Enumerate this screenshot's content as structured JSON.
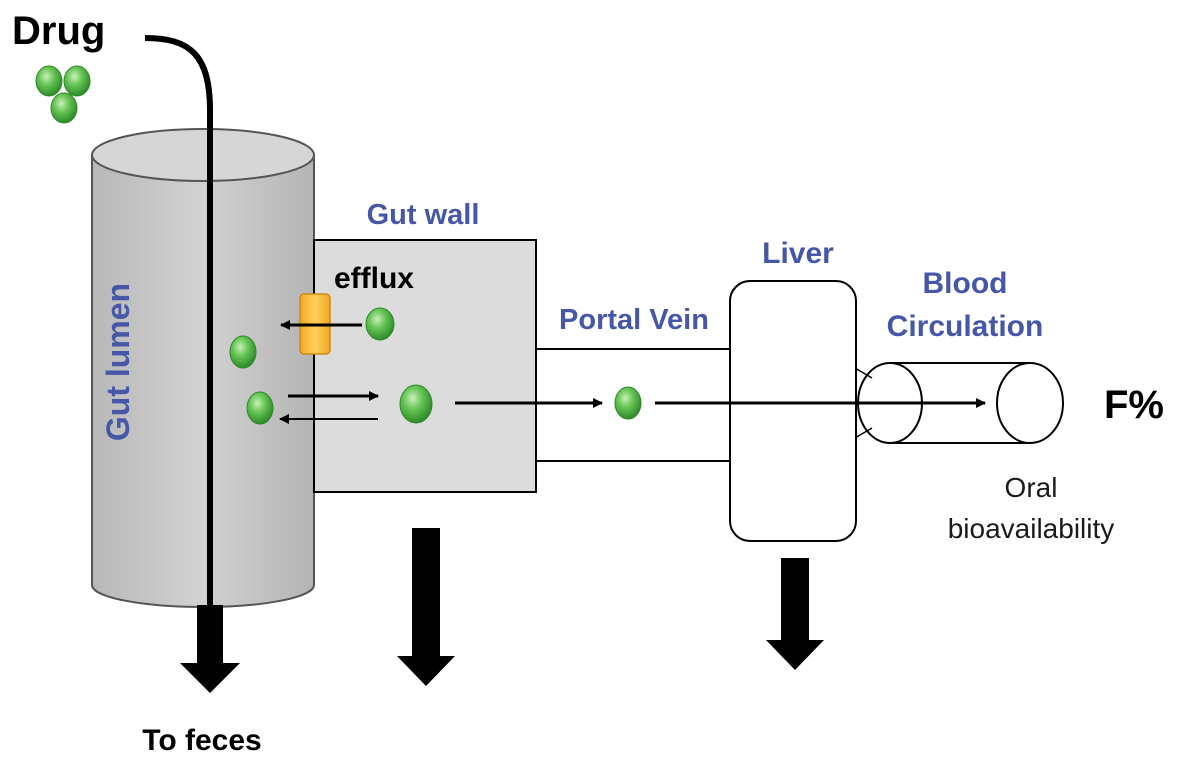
{
  "labels": {
    "drug": "Drug",
    "gut_lumen": "Gut lumen",
    "gut_wall": "Gut wall",
    "efflux": "efflux",
    "portal_vein": "Portal Vein",
    "liver": "Liver",
    "blood_line1": "Blood",
    "blood_line2": "Circulation",
    "f_percent": "F%",
    "oral_line1": "Oral",
    "oral_line2": "bioavailability",
    "to_feces": "To feces"
  },
  "colors": {
    "drug_particle": "#5cbf4a",
    "drug_particle_edge": "#2f8a2a",
    "transporter": "#f5b731",
    "cylinder_fill": "#c9c9c9",
    "gut_wall_fill": "#dcdcdc",
    "blue_label": "#4657a8",
    "arrow": "#000000"
  },
  "icons": {
    "drug_particle": "green-sphere",
    "transporter": "orange-rounded-rect",
    "elimination": "down-arrow"
  }
}
